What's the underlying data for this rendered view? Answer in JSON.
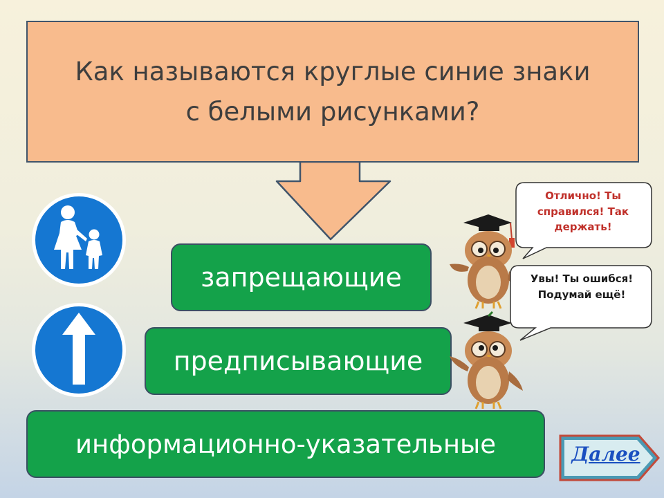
{
  "question": {
    "text": "Как называются круглые синие знаки\nс белыми рисунками?"
  },
  "answers": [
    {
      "label": "запрещающие"
    },
    {
      "label": "предписывающие"
    },
    {
      "label": "информационно-указательные"
    }
  ],
  "feedback": {
    "correct": "Отлично! Ты\nсправился! Так\nдержать!",
    "wrong": "Увы! Ты ошибся!\nПодумай ещё!"
  },
  "navigation": {
    "next_label": "Далее"
  },
  "colors": {
    "question_fill": "#f8bb8d",
    "answer_fill": "#14a24a",
    "sign_blue": "#1577d2",
    "correct_text": "#c0302a",
    "next_text": "#1a4fc0"
  },
  "icons": [
    "pedestrian-sign-icon",
    "straight-ahead-sign-icon",
    "owl-icon",
    "next-arrow-icon"
  ]
}
